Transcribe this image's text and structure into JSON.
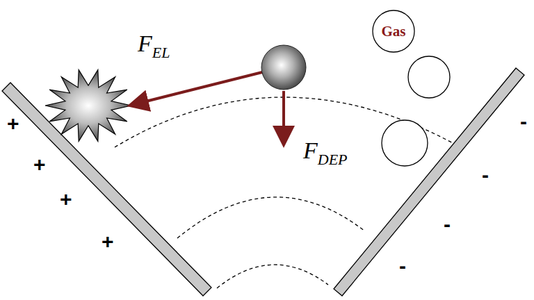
{
  "diagram": {
    "nodes": [
      {
        "text": [
          "Gas"
        ]
      }
    ],
    "labels": [
      "F",
      "EL",
      "F",
      "DEP",
      "+",
      "+",
      "+",
      "+",
      "-",
      "-",
      "-",
      "-"
    ]
  }
}
